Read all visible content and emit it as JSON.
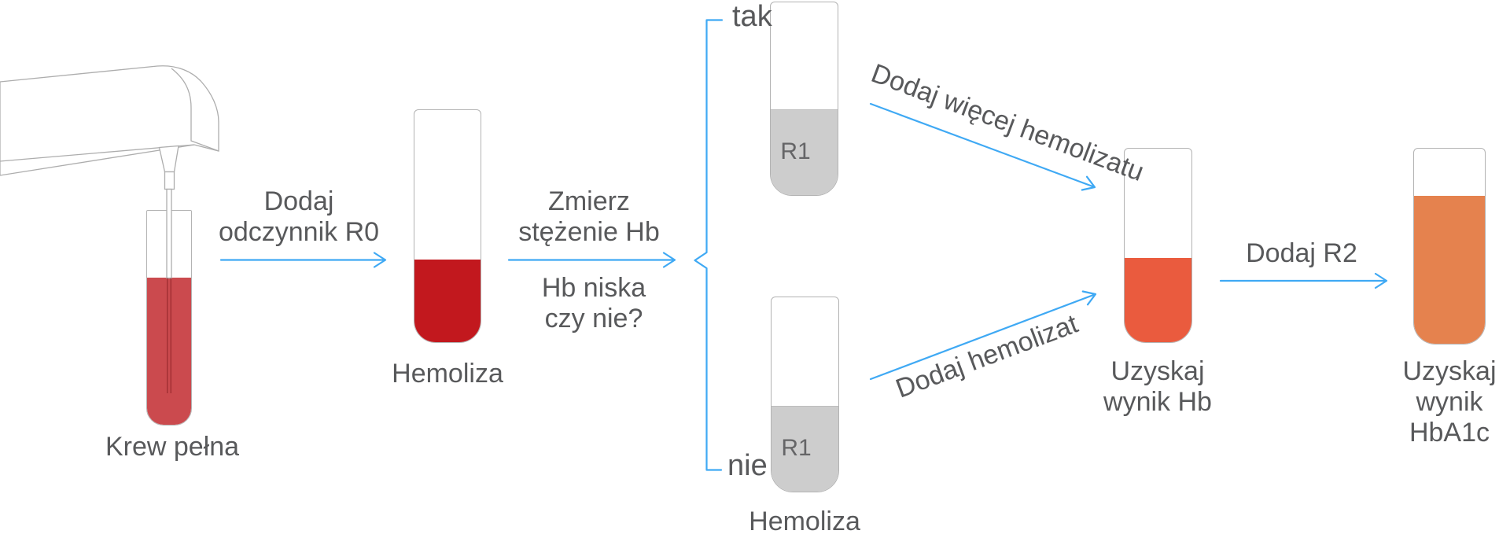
{
  "colors": {
    "arrow_blue": "#3fa9f4",
    "text_gray": "#58595b",
    "tube_outline": "#b3b3b3",
    "whole_blood_red": "#cb4a4e",
    "hemolysate_red": "#c2181e",
    "reagent_gray": "#cdcdcd",
    "hb_result_red": "#ea5b3e",
    "hba1c_orange": "#e5824e"
  },
  "nodes": {
    "whole_blood": {
      "label": "Krew pełna"
    },
    "hemolysate": {
      "label": "Hemoliza"
    },
    "r1_top": {
      "label": "R1"
    },
    "r1_bottom": {
      "label": "R1",
      "caption": "Hemoliza"
    },
    "hb_result": {
      "line1": "Uzyskaj",
      "line2": "wynik Hb"
    },
    "hba1c_result": {
      "line1": "Uzyskaj",
      "line2": "wynik",
      "line3": "HbA1c"
    }
  },
  "steps": {
    "add_r0": {
      "line1": "Dodaj",
      "line2": "odczynnik R0"
    },
    "measure_hb": {
      "line1": "Zmierz",
      "line2": "stężenie Hb"
    },
    "decision": {
      "line1": "Hb niska",
      "line2": "czy nie?"
    },
    "branch_yes": {
      "label": "tak"
    },
    "branch_no": {
      "label": "nie"
    },
    "add_more_hemolysate": {
      "label": "Dodaj więcej hemolizatu"
    },
    "add_hemolysate": {
      "label": "Dodaj hemolizat"
    },
    "add_r2": {
      "label": "Dodaj R2"
    }
  }
}
